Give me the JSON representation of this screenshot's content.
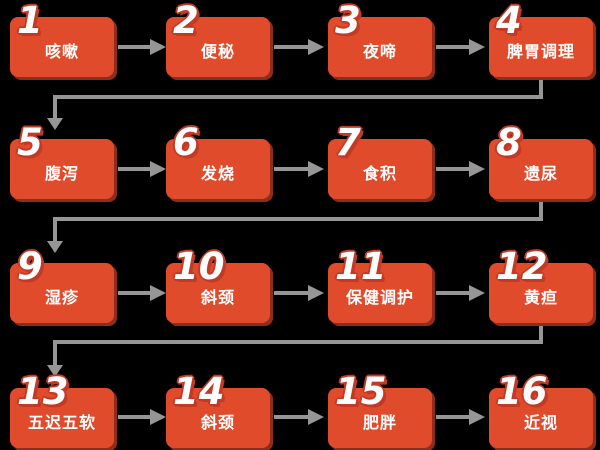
{
  "diagram": {
    "type": "flowchart",
    "colors": {
      "background": "#000000",
      "box": "#E04B2C",
      "box_shadow": "#8E2E1A",
      "number_fill": "#FFFFFF",
      "number_outline": "#C23A26",
      "label": "#FFFFFF",
      "arrow": "#969696"
    },
    "steps": [
      {
        "number": "1",
        "label": "咳嗽"
      },
      {
        "number": "2",
        "label": "便秘"
      },
      {
        "number": "3",
        "label": "夜啼"
      },
      {
        "number": "4",
        "label": "脾胃调理"
      },
      {
        "number": "5",
        "label": "腹泻"
      },
      {
        "number": "6",
        "label": "发烧"
      },
      {
        "number": "7",
        "label": "食积"
      },
      {
        "number": "8",
        "label": "遗尿"
      },
      {
        "number": "9",
        "label": "湿疹"
      },
      {
        "number": "10",
        "label": "斜颈"
      },
      {
        "number": "11",
        "label": "保健调护"
      },
      {
        "number": "12",
        "label": "黄疸"
      },
      {
        "number": "13",
        "label": "五迟五软"
      },
      {
        "number": "14",
        "label": "斜颈"
      },
      {
        "number": "15",
        "label": "肥胖"
      },
      {
        "number": "16",
        "label": "近视"
      }
    ]
  }
}
